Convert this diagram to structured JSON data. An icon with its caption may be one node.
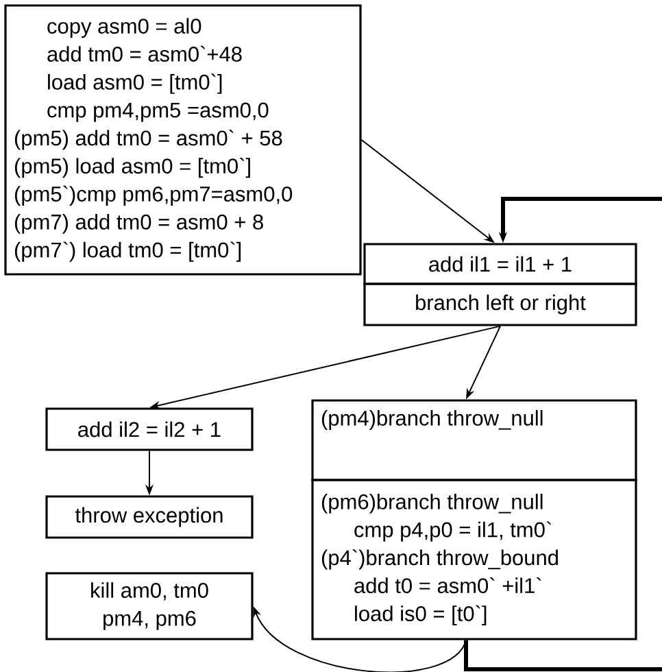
{
  "diagram": {
    "nodes": [
      {
        "text": [
          "copy asm0 = al0",
          "add tm0 = asm0`+48",
          "load asm0 = [tm0`]",
          "cmp pm4,pm5 =asm0,0",
          "(pm5) add tm0 = asm0` + 58",
          "(pm5) load asm0 = [tm0`]",
          "(pm5`)cmp pm6,pm7=asm0,0",
          "(pm7) add tm0 = asm0 + 8",
          "(pm7`) load tm0 = [tm0`]"
        ]
      },
      {
        "text": [
          "add il1 = il1 + 1"
        ]
      },
      {
        "text": [
          "branch left or right"
        ]
      },
      {
        "text": [
          "add il2 = il2 + 1"
        ]
      },
      {
        "text": [
          "throw exception"
        ]
      },
      {
        "text": [
          "(pm4)branch throw_null"
        ]
      },
      {
        "text": [
          "(pm6)branch throw_null",
          "cmp p4,p0 = il1, tm0`",
          "(p4`)branch throw_bound",
          "add t0 = asm0` +il1`",
          "load is0 = [t0`]"
        ]
      },
      {
        "text": [
          "kill am0, tm0 pm4, pm6"
        ]
      }
    ],
    "edges": [
      {
        "from": 0,
        "to": 1,
        "arrow": "to"
      },
      {
        "from": null,
        "to": 1,
        "arrow": "to",
        "style": "thick"
      },
      {
        "from": 2,
        "to": 3,
        "arrow": "to"
      },
      {
        "from": 2,
        "to": 5,
        "arrow": "to"
      },
      {
        "from": 3,
        "to": 4,
        "arrow": "to"
      },
      {
        "from": 6,
        "to": 7,
        "arrow": "to"
      },
      {
        "from": 6,
        "to": null,
        "arrow": "none",
        "style": "thick"
      }
    ]
  }
}
